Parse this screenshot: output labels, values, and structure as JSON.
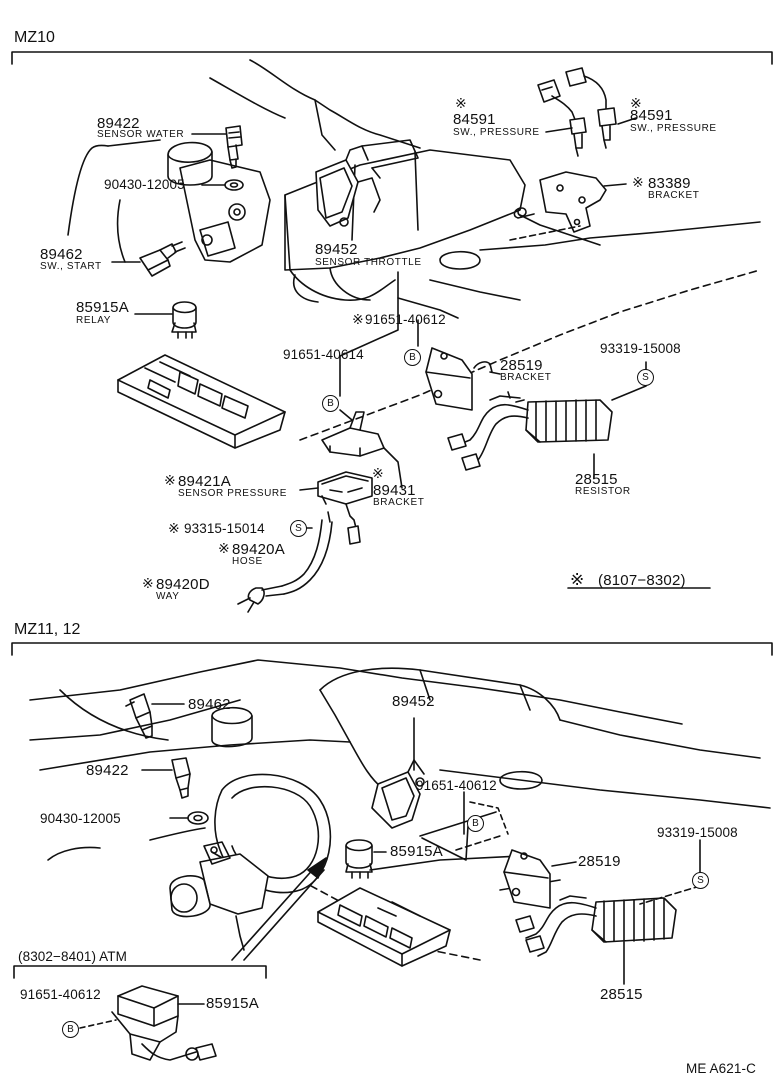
{
  "sections": {
    "top": "MZ10",
    "bottom": "MZ11, 12",
    "inset": "(8302−8401) ATM"
  },
  "top_parts": {
    "p89422": {
      "num": "89422",
      "desc": "SENSOR WATER"
    },
    "p90430": {
      "num": "90430-12005"
    },
    "p89462": {
      "num": "89462",
      "desc": "SW., START"
    },
    "p85915A": {
      "num": "85915A",
      "desc": "RELAY"
    },
    "p84591a": {
      "num": "84591",
      "desc": "SW., PRESSURE"
    },
    "p84591b": {
      "num": "84591",
      "desc": "SW., PRESSURE"
    },
    "p83389": {
      "num": "83389",
      "desc": "BRACKET"
    },
    "p89452": {
      "num": "89452",
      "desc": "SENSOR THROTTLE"
    },
    "p91651_612": {
      "num": "91651-40612"
    },
    "p91651_614": {
      "num": "91651-40614"
    },
    "p28519": {
      "num": "28519",
      "desc": "BRACKET"
    },
    "p93319": {
      "num": "93319-15008"
    },
    "p28515": {
      "num": "28515",
      "desc": "RESISTOR"
    },
    "p89421A": {
      "num": "89421A",
      "desc": "SENSOR PRESSURE"
    },
    "p89431": {
      "num": "89431",
      "desc": "BRACKET"
    },
    "p93315": {
      "num": "93315-15014"
    },
    "p89420A": {
      "num": "89420A",
      "desc": "HOSE"
    },
    "p89420D": {
      "num": "89420D",
      "desc": "WAY"
    },
    "range": "(8107−8302)"
  },
  "bottom_parts": {
    "p89462": "89462",
    "p89422": "89422",
    "p90430": "90430-12005",
    "p89452": "89452",
    "p91651": "91651-40612",
    "p85915A": "85915A",
    "p93319": "93319-15008",
    "p28519": "28519",
    "p28515": "28515"
  },
  "inset_parts": {
    "p91651": "91651-40612",
    "p85915A": "85915A"
  },
  "symbols": {
    "star": "※",
    "b": "B",
    "s": "S"
  },
  "footer": {
    "code": "ME A621-C"
  }
}
